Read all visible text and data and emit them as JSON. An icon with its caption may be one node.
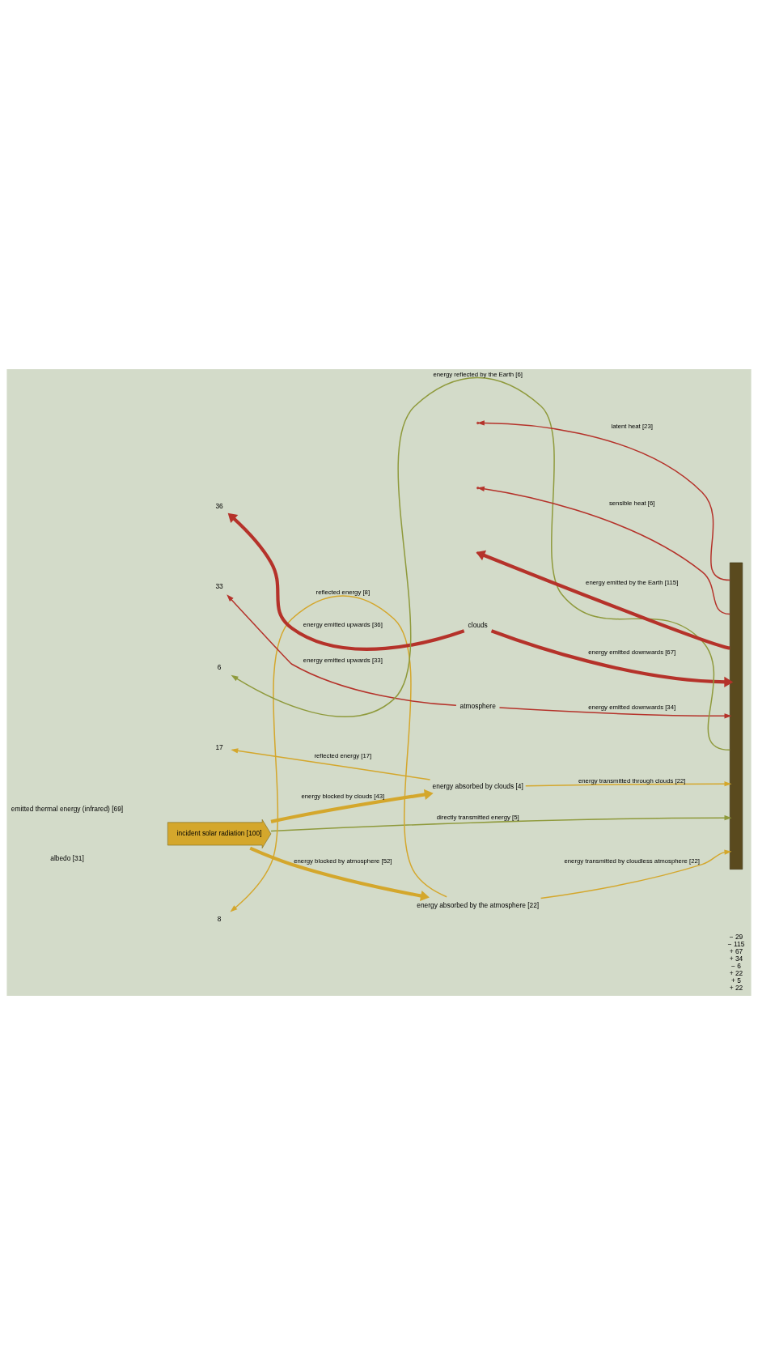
{
  "diagram": {
    "nodes": [
      {
        "text": [
          "incident solar radiation [100]"
        ]
      },
      {
        "text": [
          "energy absorbed by clouds [4]"
        ]
      },
      {
        "text": [
          "energy absorbed by the atmosphere [22]"
        ]
      },
      {
        "text": [
          "clouds"
        ]
      },
      {
        "text": [
          "atmosphere"
        ]
      },
      {
        "text": [],
        "shape": "bar",
        "beside": [
          "− 29",
          "− 115",
          "+ 67",
          "+ 34",
          "− 6",
          "+ 22",
          "+ 5",
          "+ 22"
        ]
      },
      {
        "text": [
          "36"
        ]
      },
      {
        "text": [
          "33"
        ]
      },
      {
        "text": [
          "6"
        ]
      },
      {
        "text": [
          "17"
        ]
      },
      {
        "text": [
          "8"
        ]
      }
    ],
    "edges": [
      {
        "from": 5,
        "to": null,
        "arrow": "to",
        "label": "latent heat [23]",
        "color": "#b5322a"
      },
      {
        "from": 5,
        "to": null,
        "arrow": "to",
        "label": "sensible heat [6]",
        "color": "#b5322a"
      },
      {
        "from": 5,
        "to": null,
        "arrow": "to",
        "label": "energy emitted by the Earth [115]",
        "style": "thick",
        "color": "#b5322a"
      },
      {
        "from": 3,
        "to": 6,
        "arrow": "to",
        "label": "energy emitted upwards [36]",
        "style": "thick",
        "color": "#b5322a"
      },
      {
        "from": 3,
        "to": 5,
        "arrow": "to",
        "label": "energy emitted downwards [67]",
        "style": "thick",
        "color": "#b5322a"
      },
      {
        "from": 4,
        "to": 7,
        "arrow": "to",
        "label": "energy emitted upwards [33]",
        "color": "#b5322a"
      },
      {
        "from": 4,
        "to": 5,
        "arrow": "to",
        "label": "energy emitted downwards [34]",
        "color": "#b5322a"
      },
      {
        "from": 5,
        "to": 8,
        "arrow": "to",
        "label": "energy reflected by the Earth [6]",
        "color": "#8f9a3c"
      },
      {
        "from": 1,
        "to": 9,
        "arrow": "to",
        "label": "reflected energy [17]",
        "color": "#d4a72c"
      },
      {
        "from": 0,
        "to": 1,
        "arrow": "to",
        "label": "energy blocked by clouds [43]",
        "style": "thick",
        "color": "#d4a72c"
      },
      {
        "from": 1,
        "to": 5,
        "arrow": "to",
        "label": "energy transmitted through clouds [22]",
        "color": "#d4a72c"
      },
      {
        "from": 0,
        "to": 5,
        "arrow": "to",
        "label": "directly transmitted energy [5]",
        "color": "#8f9a3c"
      },
      {
        "from": 0,
        "to": 2,
        "arrow": "to",
        "label": "energy blocked by atmosphere [52]",
        "style": "thick",
        "color": "#d4a72c"
      },
      {
        "from": 2,
        "to": 5,
        "arrow": "to",
        "label": "energy transmitted by cloudless atmosphere [22]",
        "color": "#d4a72c"
      },
      {
        "from": 2,
        "to": 10,
        "arrow": "to",
        "label": "reflected energy [8]",
        "color": "#d4a72c"
      }
    ],
    "labels": [
      "emitted thermal energy (infrared) [69]",
      "albedo [31]"
    ]
  }
}
